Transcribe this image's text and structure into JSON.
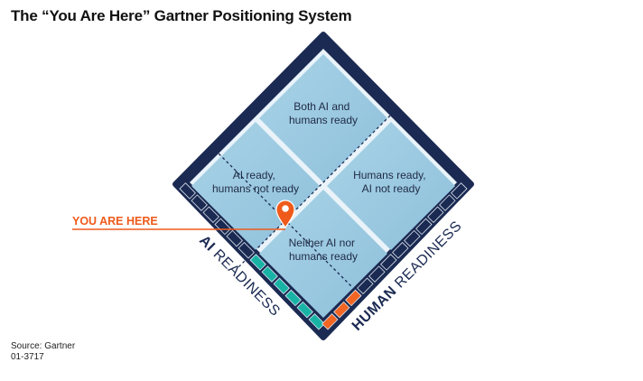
{
  "title": "The “You Are Here” Gartner Positioning System",
  "quadrants": {
    "top": [
      "Both AI and",
      "humans ready"
    ],
    "left": [
      "AI ready,",
      "humans not ready"
    ],
    "right": [
      "Humans ready,",
      "AI not ready"
    ],
    "bottom": [
      "Neither AI nor",
      "humans ready"
    ]
  },
  "marker_label": "YOU ARE HERE",
  "axis_ai": {
    "bold": "AI",
    "rest": "READINESS"
  },
  "axis_human": {
    "bold": "HUMAN",
    "rest": "READINESS"
  },
  "readiness": {
    "ai_level": 0.5,
    "human_level": 0.25
  },
  "source": [
    "Source: Gartner",
    "01-3717"
  ],
  "colors": {
    "frame": "#1b2a52",
    "quadrant_fill": "#9ccbe3",
    "ai_bar": "#19b3a6",
    "human_bar": "#f26522",
    "marker": "#ef5a1a"
  },
  "icons": {
    "marker": "map-pin-icon"
  }
}
